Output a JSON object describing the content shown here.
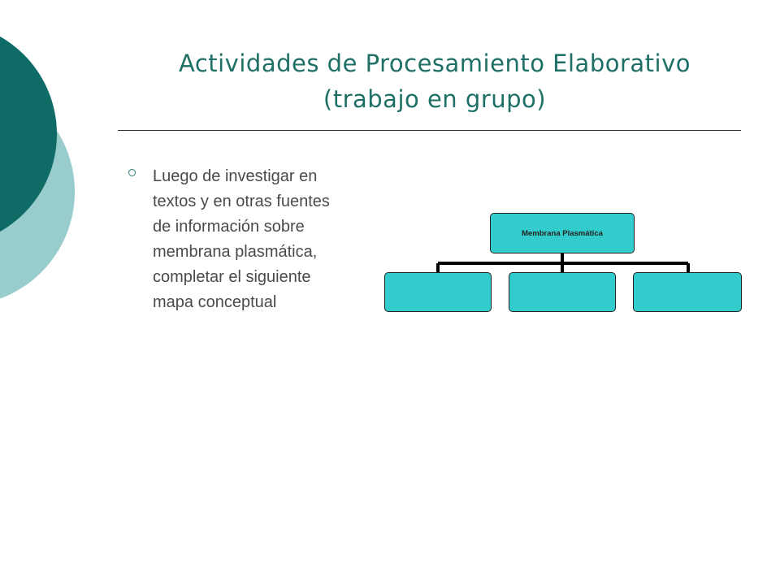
{
  "slide": {
    "title_line1": "Actividades de Procesamiento Elaborativo",
    "title_line2": "(trabajo en grupo)",
    "bullet_text": "Luego de investigar en textos y en otras fuentes de información sobre membrana plasmática, completar el siguiente mapa conceptual"
  },
  "concept_map": {
    "root_label": "Membrana Plasmática",
    "children": [
      "",
      "",
      ""
    ]
  },
  "colors": {
    "title": "#1e6f66",
    "accent_dark": "#0e6b66",
    "accent_light": "#99cccc",
    "node_fill": "#33cccc"
  }
}
